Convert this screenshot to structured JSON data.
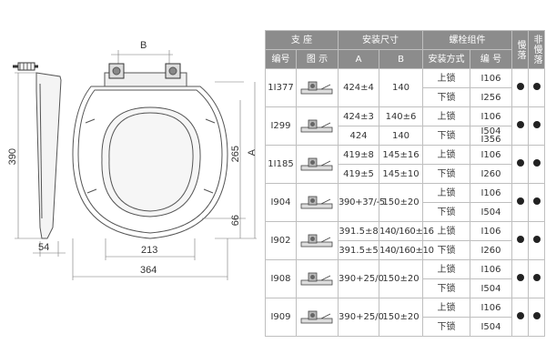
{
  "diagram": {
    "dimensions": {
      "height_390": "390",
      "depth_54": "54",
      "width_B": "B",
      "total_A": "A",
      "dim_265": "265",
      "dim_66": "66",
      "width_213": "213",
      "width_364": "364"
    }
  },
  "table": {
    "group_headers": {
      "seat": "支  座",
      "install_size": "安装尺寸",
      "bolt_group": "螺栓组件",
      "slow_drop": "慢落",
      "non_slow_drop": "非慢落"
    },
    "sub_headers": {
      "code": "编号",
      "illustration": "图  示",
      "a": "A",
      "b": "B",
      "install_method": "安装方式",
      "bolt_code": "编  号"
    },
    "rows": [
      {
        "code": "1I377",
        "a": [
          "424±4"
        ],
        "b": [
          "140"
        ],
        "bolts": [
          {
            "method": "上锁",
            "code": "I106"
          },
          {
            "method": "下锁",
            "code": "I256"
          }
        ],
        "slow": true,
        "non_slow": true
      },
      {
        "code": "I299",
        "a": [
          "424±3",
          "424"
        ],
        "b": [
          "140±6",
          "140"
        ],
        "bolts": [
          {
            "method": "上锁",
            "code": "I106"
          },
          {
            "method": "下锁",
            "code": "I504\nI356"
          }
        ],
        "slow": true,
        "non_slow": true
      },
      {
        "code": "1I185",
        "a": [
          "419±8",
          "419±5"
        ],
        "b": [
          "145±16",
          "145±10"
        ],
        "bolts": [
          {
            "method": "上锁",
            "code": "I106"
          },
          {
            "method": "下锁",
            "code": "I260"
          }
        ],
        "slow": true,
        "non_slow": true
      },
      {
        "code": "I904",
        "a": [
          "390+37/-5"
        ],
        "b": [
          "150±20"
        ],
        "bolts": [
          {
            "method": "上锁",
            "code": "I106"
          },
          {
            "method": "下锁",
            "code": "I504"
          }
        ],
        "slow": true,
        "non_slow": true
      },
      {
        "code": "I902",
        "a": [
          "391.5±8",
          "391.5±5"
        ],
        "b": [
          "140/160±16",
          "140/160±10"
        ],
        "bolts": [
          {
            "method": "上锁",
            "code": "I106"
          },
          {
            "method": "下锁",
            "code": "I260"
          }
        ],
        "slow": true,
        "non_slow": true
      },
      {
        "code": "I908",
        "a": [
          "390+25/0"
        ],
        "b": [
          "150±20"
        ],
        "bolts": [
          {
            "method": "上锁",
            "code": "I106"
          },
          {
            "method": "下锁",
            "code": "I504"
          }
        ],
        "slow": true,
        "non_slow": true
      },
      {
        "code": "I909",
        "a": [
          "390+25/0"
        ],
        "b": [
          "150±20"
        ],
        "bolts": [
          {
            "method": "上锁",
            "code": "I106"
          },
          {
            "method": "下锁",
            "code": "I504"
          }
        ],
        "slow": true,
        "non_slow": true
      }
    ]
  }
}
